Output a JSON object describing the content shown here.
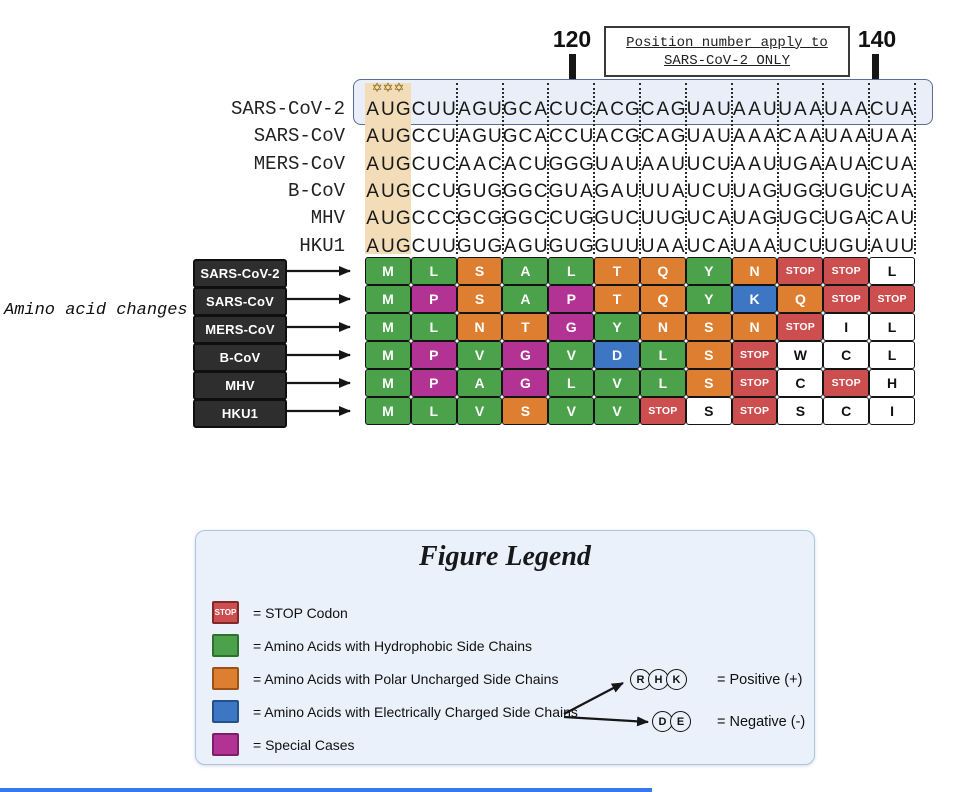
{
  "header": {
    "pos_120": "120",
    "pos_140": "140",
    "note_line1": "Position number apply to",
    "note_line2": "SARS-CoV-2 ONLY"
  },
  "star_marks": "✡✡✡",
  "alignment": {
    "rows": [
      {
        "label": "SARS-CoV-2",
        "codons": [
          "AUG",
          "CUU",
          "AGU",
          "GCA",
          "CUC",
          "ACG",
          "CAG",
          "UAU",
          "AAU",
          "UAA",
          "UAA",
          "CUA"
        ]
      },
      {
        "label": "SARS-CoV",
        "codons": [
          "AUG",
          "CCU",
          "AGU",
          "GCA",
          "CCU",
          "ACG",
          "CAG",
          "UAU",
          "AAA",
          "CAA",
          "UAA",
          "UAA"
        ]
      },
      {
        "label": "MERS-CoV",
        "codons": [
          "AUG",
          "CUC",
          "AAC",
          "ACU",
          "GGG",
          "UAU",
          "AAU",
          "UCU",
          "AAU",
          "UGA",
          "AUA",
          "CUA"
        ]
      },
      {
        "label": "B-CoV",
        "codons": [
          "AUG",
          "CCU",
          "GUG",
          "GGC",
          "GUA",
          "GAU",
          "UUA",
          "UCU",
          "UAG",
          "UGG",
          "UGU",
          "CUA"
        ]
      },
      {
        "label": "MHV",
        "codons": [
          "AUG",
          "CCC",
          "GCG",
          "GGC",
          "CUG",
          "GUC",
          "UUG",
          "UCA",
          "UAG",
          "UGC",
          "UGA",
          "CAU"
        ]
      },
      {
        "label": "HKU1",
        "codons": [
          "AUG",
          "CUU",
          "GUG",
          "AGU",
          "GUG",
          "GUU",
          "UAA",
          "UCA",
          "UAA",
          "UCU",
          "UGU",
          "AUU"
        ]
      }
    ]
  },
  "amino": {
    "caption": "Amino acid changes",
    "rows": [
      {
        "label": "SARS-CoV-2",
        "cells": [
          {
            "t": "M",
            "c": "green"
          },
          {
            "t": "L",
            "c": "green"
          },
          {
            "t": "S",
            "c": "orange"
          },
          {
            "t": "A",
            "c": "green"
          },
          {
            "t": "L",
            "c": "green"
          },
          {
            "t": "T",
            "c": "orange"
          },
          {
            "t": "Q",
            "c": "orange"
          },
          {
            "t": "Y",
            "c": "green"
          },
          {
            "t": "N",
            "c": "orange"
          },
          {
            "t": "STOP",
            "c": "red"
          },
          {
            "t": "STOP",
            "c": "red"
          },
          {
            "t": "L",
            "c": "white"
          }
        ]
      },
      {
        "label": "SARS-CoV",
        "cells": [
          {
            "t": "M",
            "c": "green"
          },
          {
            "t": "P",
            "c": "magenta"
          },
          {
            "t": "S",
            "c": "orange"
          },
          {
            "t": "A",
            "c": "green"
          },
          {
            "t": "P",
            "c": "magenta"
          },
          {
            "t": "T",
            "c": "orange"
          },
          {
            "t": "Q",
            "c": "orange"
          },
          {
            "t": "Y",
            "c": "green"
          },
          {
            "t": "K",
            "c": "blue"
          },
          {
            "t": "Q",
            "c": "orange"
          },
          {
            "t": "STOP",
            "c": "red"
          },
          {
            "t": "STOP",
            "c": "red"
          }
        ]
      },
      {
        "label": "MERS-CoV",
        "cells": [
          {
            "t": "M",
            "c": "green"
          },
          {
            "t": "L",
            "c": "green"
          },
          {
            "t": "N",
            "c": "orange"
          },
          {
            "t": "T",
            "c": "orange"
          },
          {
            "t": "G",
            "c": "magenta"
          },
          {
            "t": "Y",
            "c": "green"
          },
          {
            "t": "N",
            "c": "orange"
          },
          {
            "t": "S",
            "c": "orange"
          },
          {
            "t": "N",
            "c": "orange"
          },
          {
            "t": "STOP",
            "c": "red"
          },
          {
            "t": "I",
            "c": "white"
          },
          {
            "t": "L",
            "c": "white"
          }
        ]
      },
      {
        "label": "B-CoV",
        "cells": [
          {
            "t": "M",
            "c": "green"
          },
          {
            "t": "P",
            "c": "magenta"
          },
          {
            "t": "V",
            "c": "green"
          },
          {
            "t": "G",
            "c": "magenta"
          },
          {
            "t": "V",
            "c": "green"
          },
          {
            "t": "D",
            "c": "blue"
          },
          {
            "t": "L",
            "c": "green"
          },
          {
            "t": "S",
            "c": "orange"
          },
          {
            "t": "STOP",
            "c": "red"
          },
          {
            "t": "W",
            "c": "white"
          },
          {
            "t": "C",
            "c": "white"
          },
          {
            "t": "L",
            "c": "white"
          }
        ]
      },
      {
        "label": "MHV",
        "cells": [
          {
            "t": "M",
            "c": "green"
          },
          {
            "t": "P",
            "c": "magenta"
          },
          {
            "t": "A",
            "c": "green"
          },
          {
            "t": "G",
            "c": "magenta"
          },
          {
            "t": "L",
            "c": "green"
          },
          {
            "t": "V",
            "c": "green"
          },
          {
            "t": "L",
            "c": "green"
          },
          {
            "t": "S",
            "c": "orange"
          },
          {
            "t": "STOP",
            "c": "red"
          },
          {
            "t": "C",
            "c": "white"
          },
          {
            "t": "STOP",
            "c": "red"
          },
          {
            "t": "H",
            "c": "white"
          }
        ]
      },
      {
        "label": "HKU1",
        "cells": [
          {
            "t": "M",
            "c": "green"
          },
          {
            "t": "L",
            "c": "green"
          },
          {
            "t": "V",
            "c": "green"
          },
          {
            "t": "S",
            "c": "orange"
          },
          {
            "t": "V",
            "c": "green"
          },
          {
            "t": "V",
            "c": "green"
          },
          {
            "t": "STOP",
            "c": "red"
          },
          {
            "t": "S",
            "c": "white"
          },
          {
            "t": "STOP",
            "c": "red"
          },
          {
            "t": "S",
            "c": "white"
          },
          {
            "t": "C",
            "c": "white"
          },
          {
            "t": "I",
            "c": "white"
          }
        ]
      }
    ]
  },
  "legend": {
    "title": "Figure Legend",
    "items": [
      {
        "swatch": "stop",
        "swatch_text": "STOP",
        "label": "= STOP Codon"
      },
      {
        "swatch": "green",
        "swatch_text": "",
        "label": "= Amino Acids with Hydrophobic Side Chains"
      },
      {
        "swatch": "orange",
        "swatch_text": "",
        "label": "= Amino Acids with Polar Uncharged Side Chains"
      },
      {
        "swatch": "blue",
        "swatch_text": "",
        "label": "= Amino Acids with Electrically Charged Side Chains"
      },
      {
        "swatch": "magenta",
        "swatch_text": "",
        "label": "= Special Cases"
      }
    ],
    "positive": {
      "letters": [
        "R",
        "H",
        "K"
      ],
      "label": "= Positive (+)"
    },
    "negative": {
      "letters": [
        "D",
        "E"
      ],
      "label": "= Negative (-)"
    }
  },
  "colors": {
    "green": "#4BA24A",
    "orange": "#DD7E30",
    "red": "#CD4E4E",
    "magenta": "#B23393",
    "blue": "#3D77C4",
    "tan": "#F2DDB8",
    "dark_box": "#2E2E2E"
  }
}
